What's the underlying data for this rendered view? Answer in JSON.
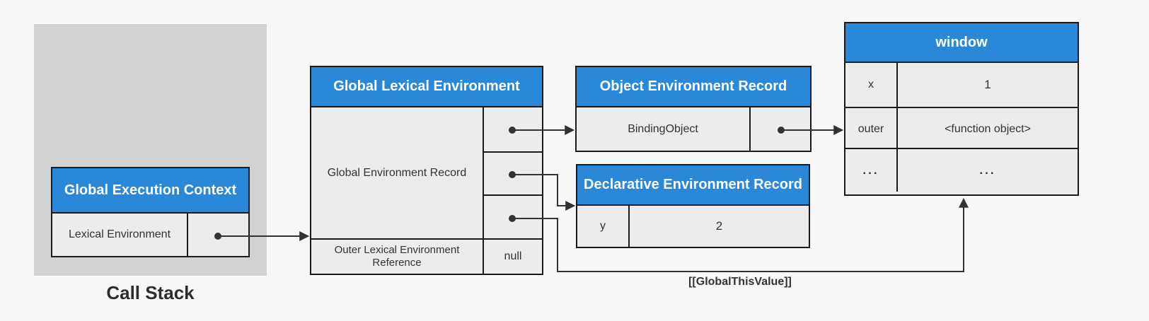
{
  "colors": {
    "accent": "#2b87d8",
    "cell_bg": "#ececec",
    "canvas_bg": "#f7f7f7",
    "stack_bg": "#d2d2d2",
    "border": "#1a1a1a",
    "text": "#333333",
    "header_text": "#ffffff",
    "arrow": "#333333"
  },
  "call_stack": {
    "label": "Call Stack"
  },
  "global_execution_context": {
    "title": "Global Execution Context",
    "rows": [
      {
        "label": "Lexical Environment",
        "value": ""
      }
    ]
  },
  "global_lexical_environment": {
    "title": "Global Lexical Environment",
    "record_label": "Global Environment Record",
    "outer_ref_label": "Outer Lexical Environment Reference",
    "outer_ref_value": "null"
  },
  "object_environment_record": {
    "title": "Object Environment Record",
    "binding_label": "BindingObject"
  },
  "declarative_environment_record": {
    "title": "Declarative Environment Record",
    "rows": [
      {
        "key": "y",
        "value": "2"
      }
    ]
  },
  "window_object": {
    "title": "window",
    "rows": [
      {
        "key": "x",
        "value": "1"
      },
      {
        "key": "outer",
        "value": "<function object>"
      },
      {
        "key": "...",
        "value": "..."
      }
    ]
  },
  "annotations": {
    "global_this_value": "[[GlobalThisValue]]"
  }
}
